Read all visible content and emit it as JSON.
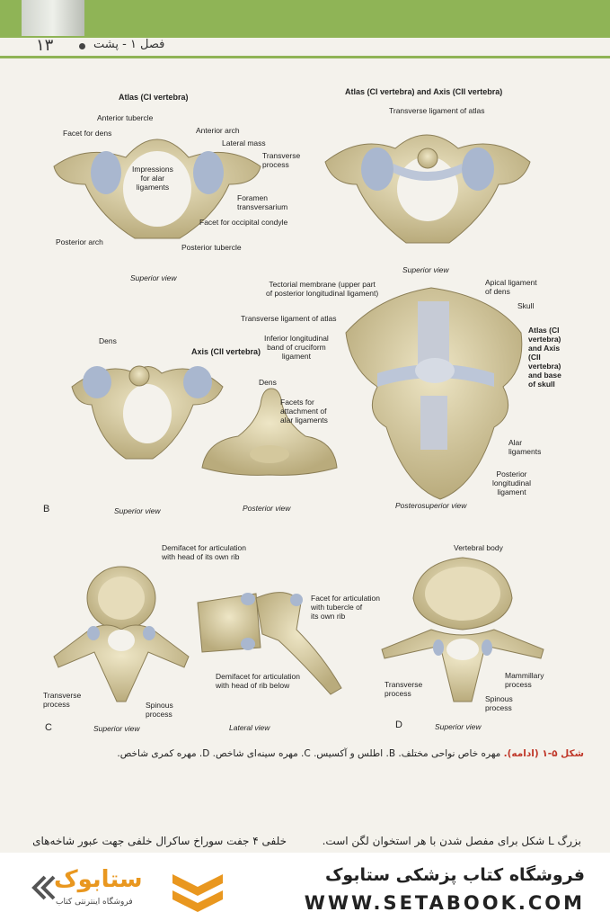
{
  "header": {
    "page_number": "۱۳",
    "chapter": "فصل ۱ - پشت"
  },
  "figure": {
    "atlas": {
      "title": "Atlas (CI vertebra)",
      "labels": {
        "anterior_tubercle": "Anterior tubercle",
        "facet_for_dens": "Facet for dens",
        "anterior_arch": "Anterior arch",
        "lateral_mass": "Lateral mass",
        "impressions": "Impressions\nfor alar\nligaments",
        "transverse_process": "Transverse\nprocess",
        "foramen": "Foramen\ntransversarium",
        "facet_occipital": "Facet for occipital condyle",
        "posterior_arch": "Posterior arch",
        "posterior_tubercle": "Posterior tubercle"
      },
      "view": "Superior view"
    },
    "atlas_axis": {
      "title": "Atlas (CI vertebra) and Axis (CII vertebra)",
      "labels": {
        "transverse_ligament": "Transverse ligament of atlas"
      },
      "view": "Superior view"
    },
    "panel_b": {
      "letter": "B",
      "dens": "Dens",
      "view": "Superior view",
      "axis_title": "Axis (CII vertebra)",
      "axis_dens": "Dens",
      "facets_alar": "Facets for\nattachment of\nalar ligaments",
      "posterior_view": "Posterior view",
      "tectorial": "Tectorial membrane (upper part\nof posterior longitudinal ligament)",
      "transverse_lig": "Transverse ligament of atlas",
      "inferior_band": "Inferior longitudinal\nband of cruciform\nligament",
      "apical": "Apical ligament\nof dens",
      "skull": "Skull",
      "atlas_axis_base": "Atlas (CI\nvertebra)\nand Axis\n(CII\nvertebra)\nand base\nof skull",
      "alar": "Alar\nligaments",
      "posterior_longitudinal": "Posterior\nlongitudinal\nligament",
      "posterosuperior_view": "Posterosuperior view"
    },
    "panel_c": {
      "letter": "C",
      "demifacet_top": "Demifacet for articulation\nwith head of its own rib",
      "facet_tubercle": "Facet for articulation\nwith tubercle of\nits own rib",
      "demifacet_below": "Demifacet for articulation\nwith head of rib below",
      "transverse": "Transverse\nprocess",
      "spinous": "Spinous\nprocess",
      "superior_view": "Superior view",
      "lateral_view": "Lateral view"
    },
    "panel_d": {
      "letter": "D",
      "vertebral_body": "Vertebral body",
      "transverse": "Transverse\nprocess",
      "mammillary": "Mammillary\nprocess",
      "spinous": "Spinous\nprocess",
      "superior_view": "Superior view"
    }
  },
  "caption": {
    "label": "شکل ۵-۱ (ادامه).",
    "text": " مهره خاص نواحی مختلف. B. اطلس و آکسیس. C. مهره سینه‌ای شاخص. D. مهره کمری شاخص."
  },
  "body_text": {
    "right": "بزرگ L شکل برای مفصل شدن با هر استخوان لگن است.",
    "left": "خلفی ۴ جفت سوراخ ساکرال خلفی جهت عبور شاخه‌های"
  },
  "footer": {
    "store_title": "فروشگاه کتاب پزشکی ستابوک",
    "store_url": "WWW.SETABOOK.COM",
    "logo_text": "ستابوک",
    "logo_sub": "فروشگاه اینترنتی کتاب"
  },
  "colors": {
    "accent_green": "#8fb456",
    "bone": "#d9cfa6",
    "cartilage": "#a9b7cf",
    "logo_orange": "#e9971f"
  }
}
